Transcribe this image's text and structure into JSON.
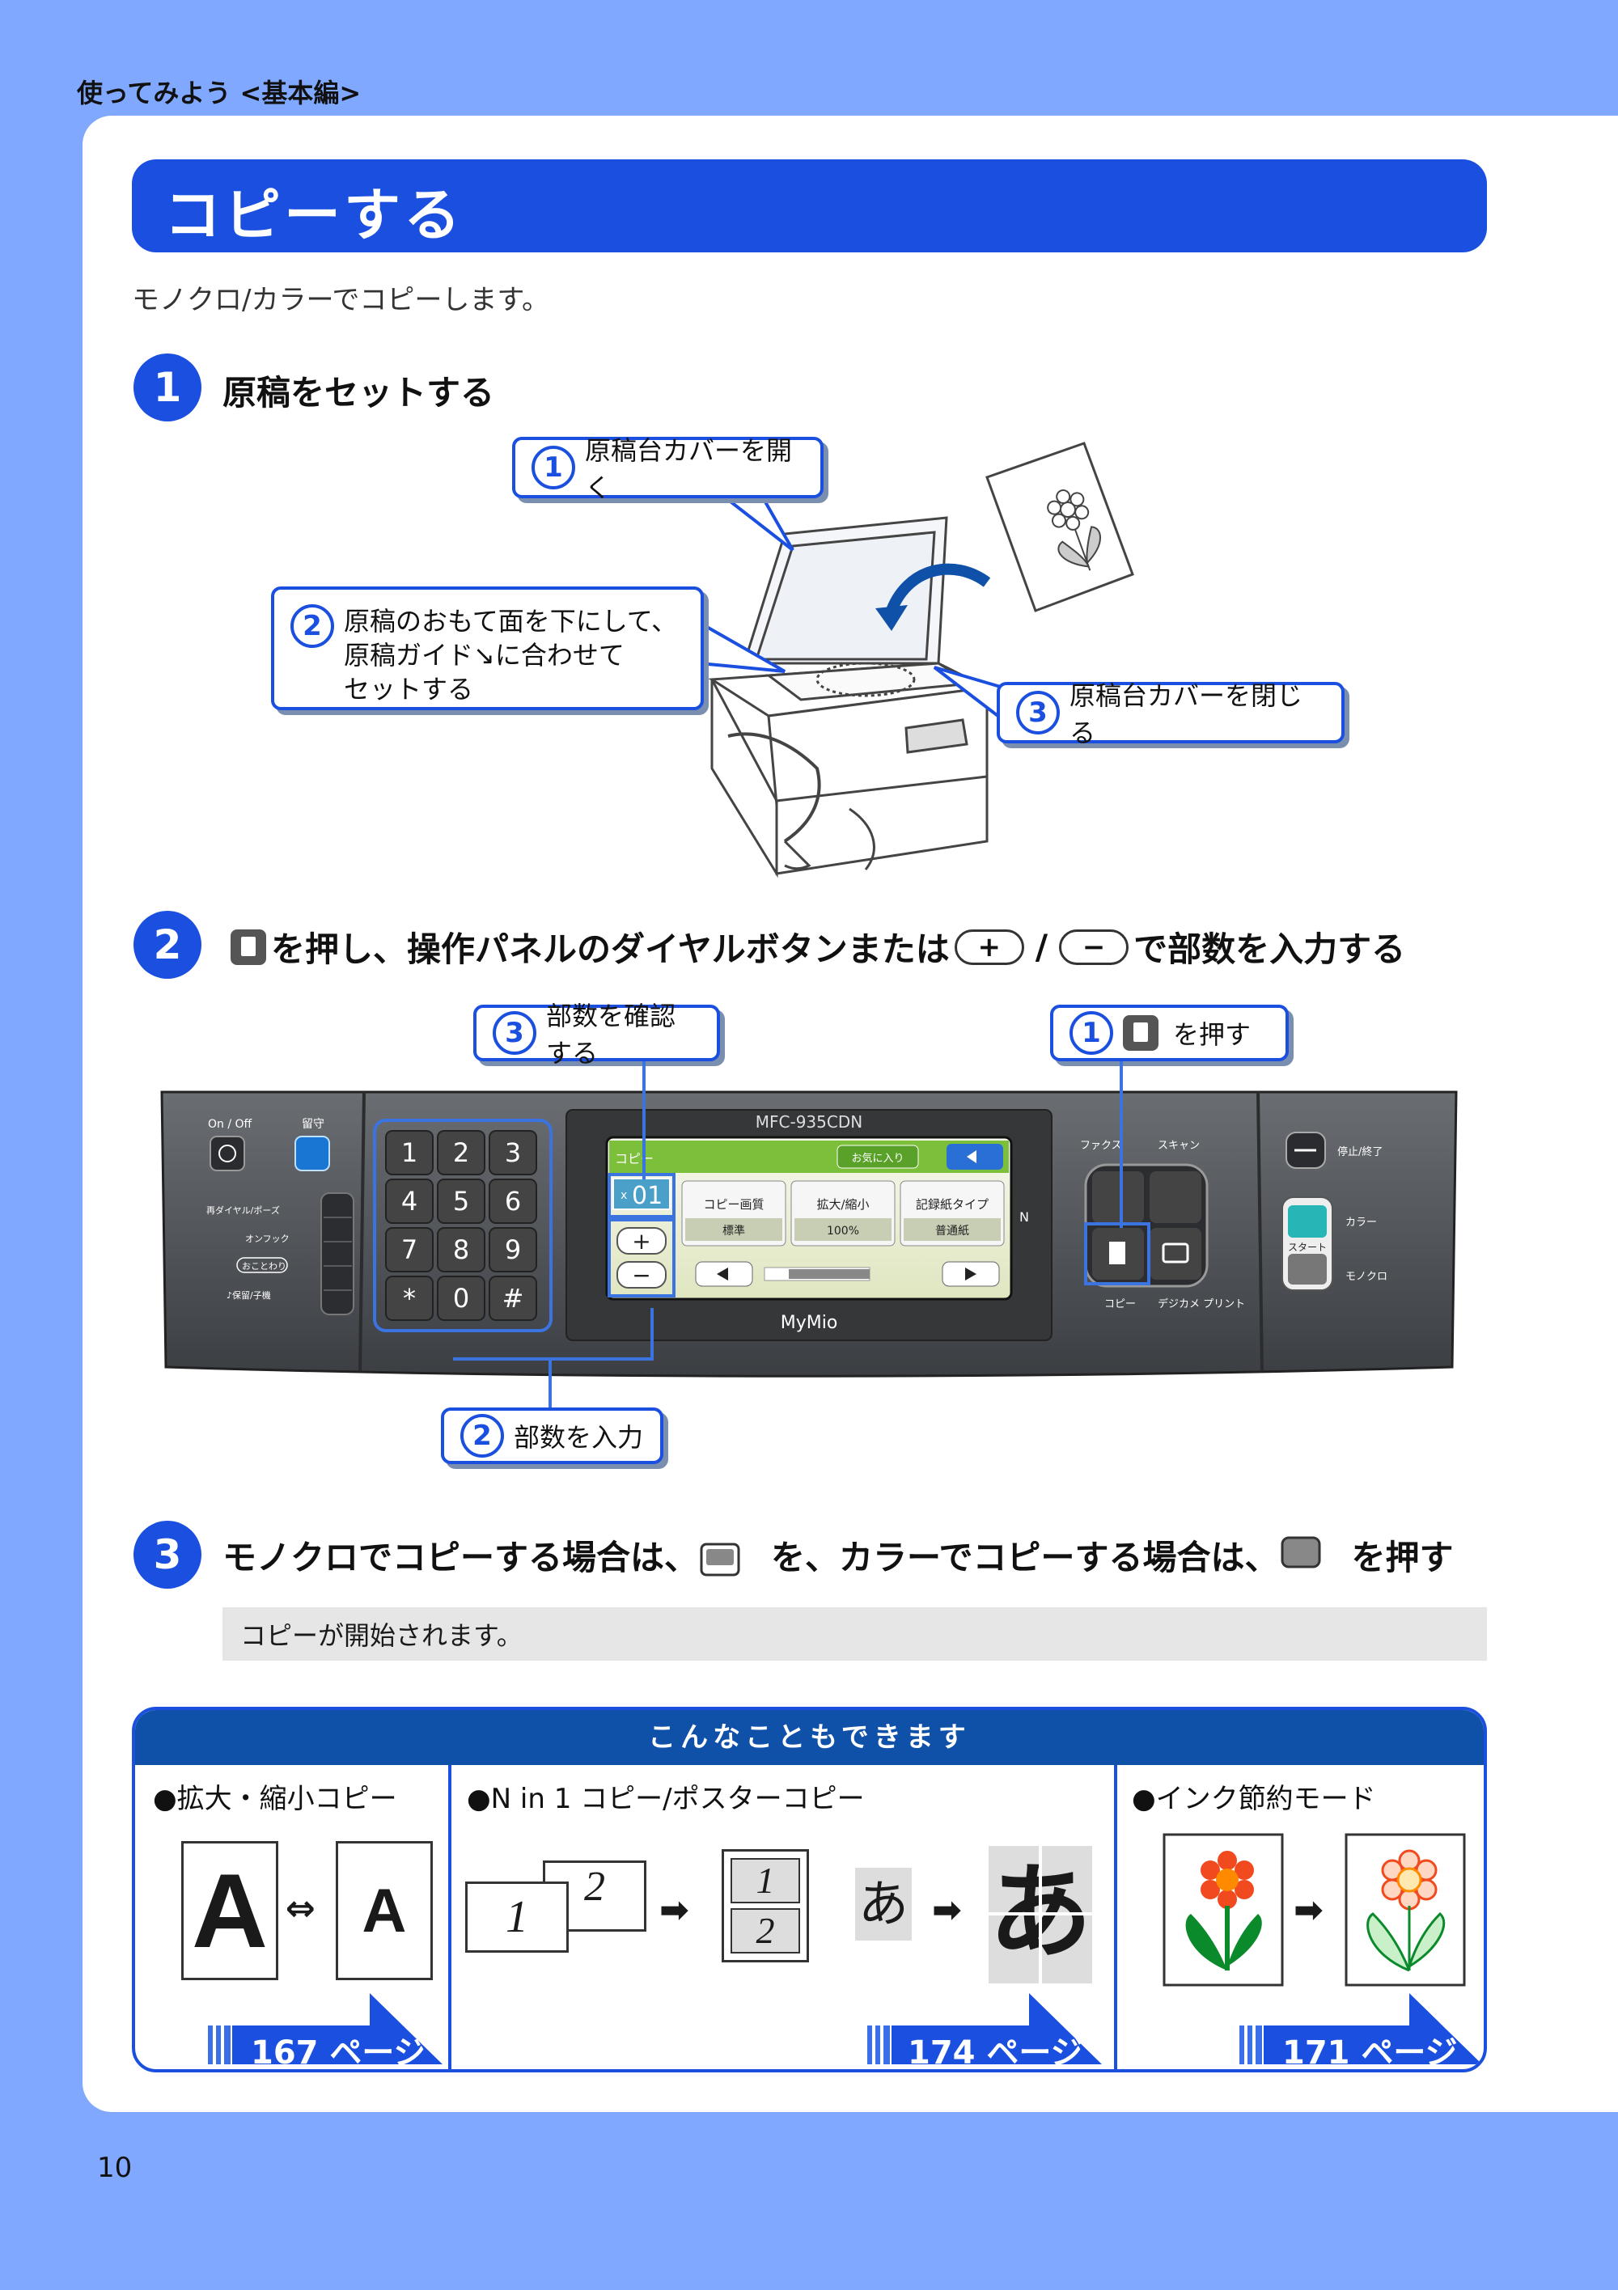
{
  "header": {
    "breadcrumb": "使ってみよう <基本編>"
  },
  "title": "コピーする",
  "lead": "モノクロ/カラーでコピーします。",
  "step1": {
    "number": "1",
    "heading": "原稿をセットする",
    "callouts": [
      {
        "num": "1",
        "text": "原稿台カバーを開く"
      },
      {
        "num": "2",
        "lines": [
          "原稿のおもて面を下にして、",
          "原稿ガイド↘に合わせて",
          "セットする"
        ]
      },
      {
        "num": "3",
        "text": "原稿台カバーを閉じる"
      }
    ]
  },
  "step2": {
    "number": "2",
    "heading_a": "を押し、操作パネルのダイヤルボタンまたは",
    "heading_b": "で部数を入力する",
    "plus": "+",
    "minus": "−",
    "slash": "/",
    "copy_key_label": "コピー",
    "callouts": {
      "confirm": {
        "num": "3",
        "text": "部数を確認する"
      },
      "press": {
        "num": "1",
        "text": "を押す"
      },
      "enter": {
        "num": "2",
        "text": "部数を入力"
      }
    },
    "panel": {
      "model": "MFC-935CDN",
      "brand": "MyMio",
      "on_off": "On / Off",
      "rusu": "留守",
      "left_labels": [
        "再ダイヤル/ポーズ",
        "オンフック",
        "おことわり",
        "♪保留/子機"
      ],
      "keypad": [
        "1",
        "2",
        "3",
        "4",
        "5",
        "6",
        "7",
        "8",
        "9",
        "*",
        "0",
        "#"
      ],
      "lcd": {
        "tab": "コピー",
        "favorite": "お気に入り",
        "count_prefix": "x",
        "count": "01",
        "options": [
          {
            "label": "コピー画質",
            "value": "標準"
          },
          {
            "label": "拡大/縮小",
            "value": "100%"
          },
          {
            "label": "記録紙タイプ",
            "value": "普通紙"
          }
        ]
      },
      "mode_labels": [
        "ファクス",
        "スキャン",
        "コピー",
        "デジカメ\nプリント"
      ],
      "stop": "停止/終了",
      "color": "カラー",
      "mono": "モノクロ",
      "start": "スタート"
    }
  },
  "step3": {
    "number": "3",
    "heading_a": "モノクロでコピーする場合は、",
    "heading_b": "を、カラーでコピーする場合は、",
    "heading_c": "を押す",
    "note": "コピーが開始されます。"
  },
  "bonus": {
    "title": "こんなこともできます",
    "sections": [
      {
        "title": "●拡大・縮小コピー",
        "page": "167 ページ"
      },
      {
        "title": "●N in 1 コピー/ポスターコピー",
        "page": "174 ページ"
      },
      {
        "title": "●インク節約モード",
        "page": "171 ページ"
      }
    ],
    "glyph_big": "A",
    "glyph_small": "A",
    "n1": "1",
    "n2": "2",
    "kana": "あ"
  },
  "page_number": "10",
  "colors": {
    "accent": "#1a4fe0",
    "bg": "#80a8ff",
    "highlight": "#2e6bd6"
  }
}
